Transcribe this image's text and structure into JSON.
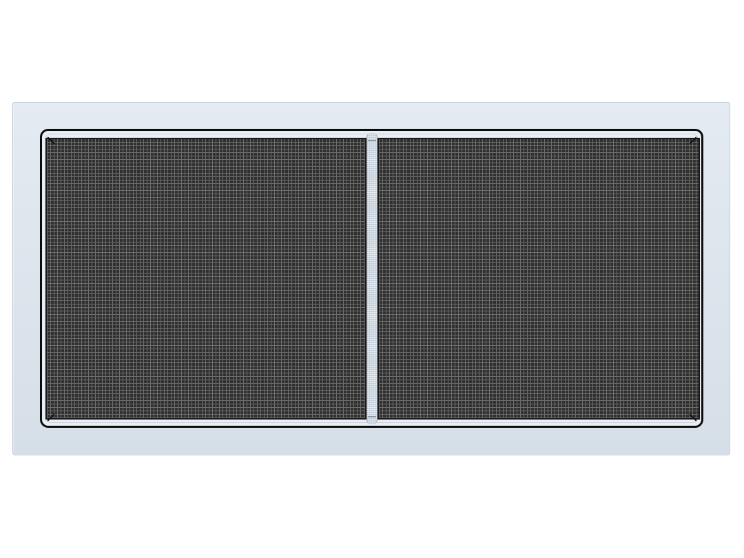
{
  "product": {
    "name": "",
    "frame_color": "#dde5ed",
    "rim_color": "#0c0c0c",
    "mesh_color": "#2f2f2f",
    "mesh_line_color": "#6f6f6f",
    "panels": [
      {
        "id": "left-screen-panel",
        "icon": "mesh-screen"
      },
      {
        "id": "right-screen-panel",
        "icon": "mesh-screen"
      }
    ]
  }
}
